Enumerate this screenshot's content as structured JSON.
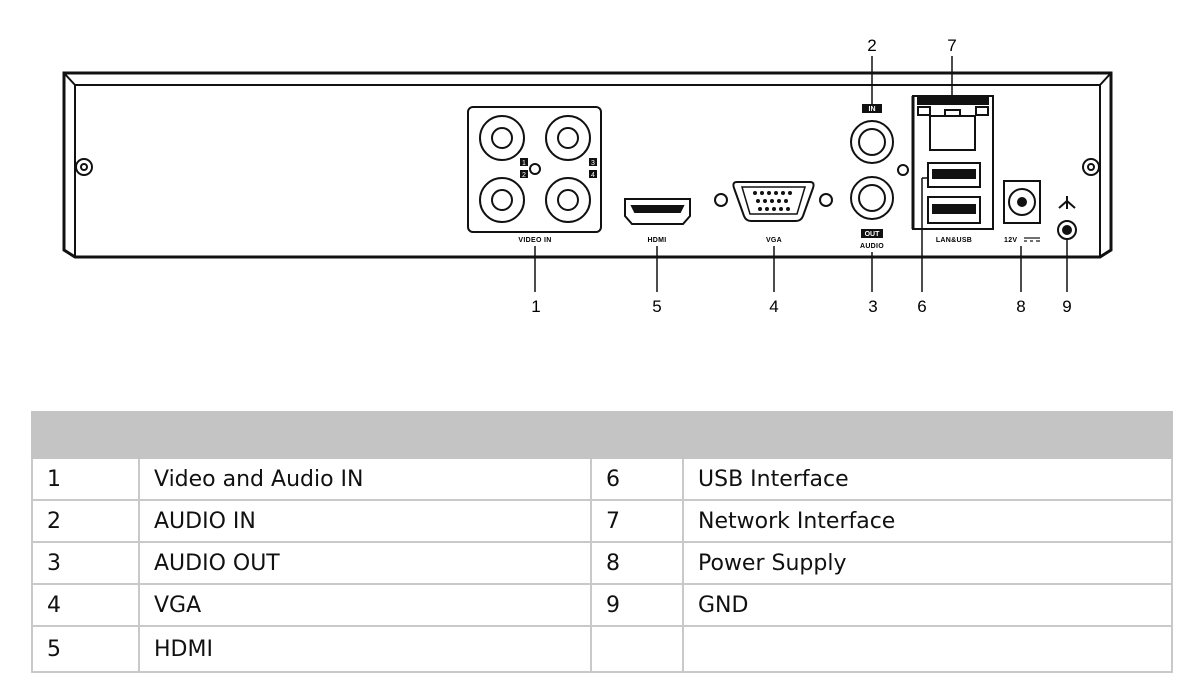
{
  "device": {
    "labels": {
      "video_in": "VIDEO IN",
      "hdmi": "HDMI",
      "vga": "VGA",
      "audio_in_badge": "IN",
      "audio_out_badge": "OUT",
      "audio": "AUDIO",
      "lan_usb": "LAN&USB",
      "power": "12V",
      "bnc_1": "1",
      "bnc_2": "2",
      "bnc_3": "3",
      "bnc_4": "4"
    },
    "callouts": {
      "c1": "1",
      "c2": "2",
      "c3": "3",
      "c4": "4",
      "c5": "5",
      "c6": "6",
      "c7": "7",
      "c8": "8",
      "c9": "9"
    },
    "icons": [
      "screw-hole-icon",
      "bnc-connector-icon",
      "hdmi-port-icon",
      "vga-port-icon",
      "audio-jack-icon",
      "rj45-port-icon",
      "usb-port-icon",
      "dc-jack-icon",
      "ground-icon"
    ]
  },
  "legend": {
    "rows": [
      {
        "left_num": "1",
        "left_label": "Video and Audio IN",
        "right_num": "6",
        "right_label": "USB Interface"
      },
      {
        "left_num": "2",
        "left_label": "AUDIO IN",
        "right_num": "7",
        "right_label": "Network Interface"
      },
      {
        "left_num": "3",
        "left_label": "AUDIO OUT",
        "right_num": "8",
        "right_label": "Power Supply"
      },
      {
        "left_num": "4",
        "left_label": "VGA",
        "right_num": "9",
        "right_label": "GND"
      },
      {
        "left_num": "5",
        "left_label": "HDMI",
        "right_num": "",
        "right_label": ""
      }
    ]
  }
}
